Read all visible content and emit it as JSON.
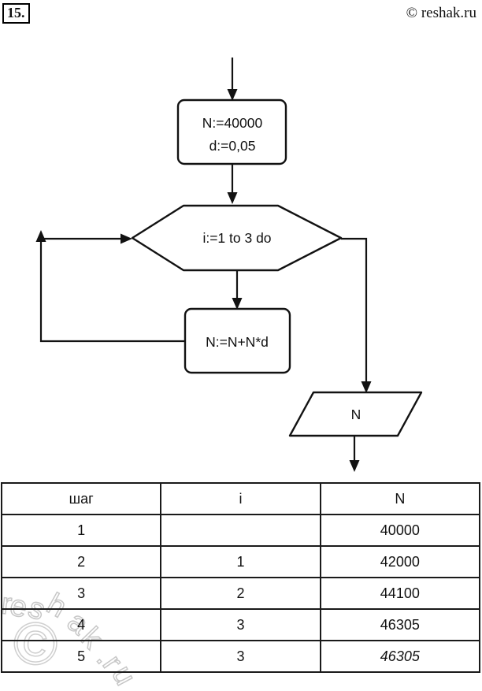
{
  "page": {
    "problem_number": "15.",
    "copyright": "© reshak.ru"
  },
  "flowchart": {
    "init_block": {
      "line1": "N:=40000",
      "line2": "d:=0,05"
    },
    "loop_block": {
      "label": "i:=1 to 3 do"
    },
    "body_block": {
      "label": "N:=N+N*d"
    },
    "output_block": {
      "label": "N"
    }
  },
  "table": {
    "headers": [
      "шаг",
      "i",
      "N"
    ],
    "rows": [
      {
        "step": "1",
        "i": "",
        "N": "40000"
      },
      {
        "step": "2",
        "i": "1",
        "N": "42000"
      },
      {
        "step": "3",
        "i": "2",
        "N": "44100"
      },
      {
        "step": "4",
        "i": "3",
        "N": "46305"
      },
      {
        "step": "5",
        "i": "3",
        "N": "46305"
      }
    ]
  },
  "watermark": {
    "symbol": "©",
    "letters": [
      "r",
      "e",
      "s",
      "h",
      "a",
      "k",
      ".",
      "r",
      "u"
    ],
    "color": "#c7c7c7"
  }
}
